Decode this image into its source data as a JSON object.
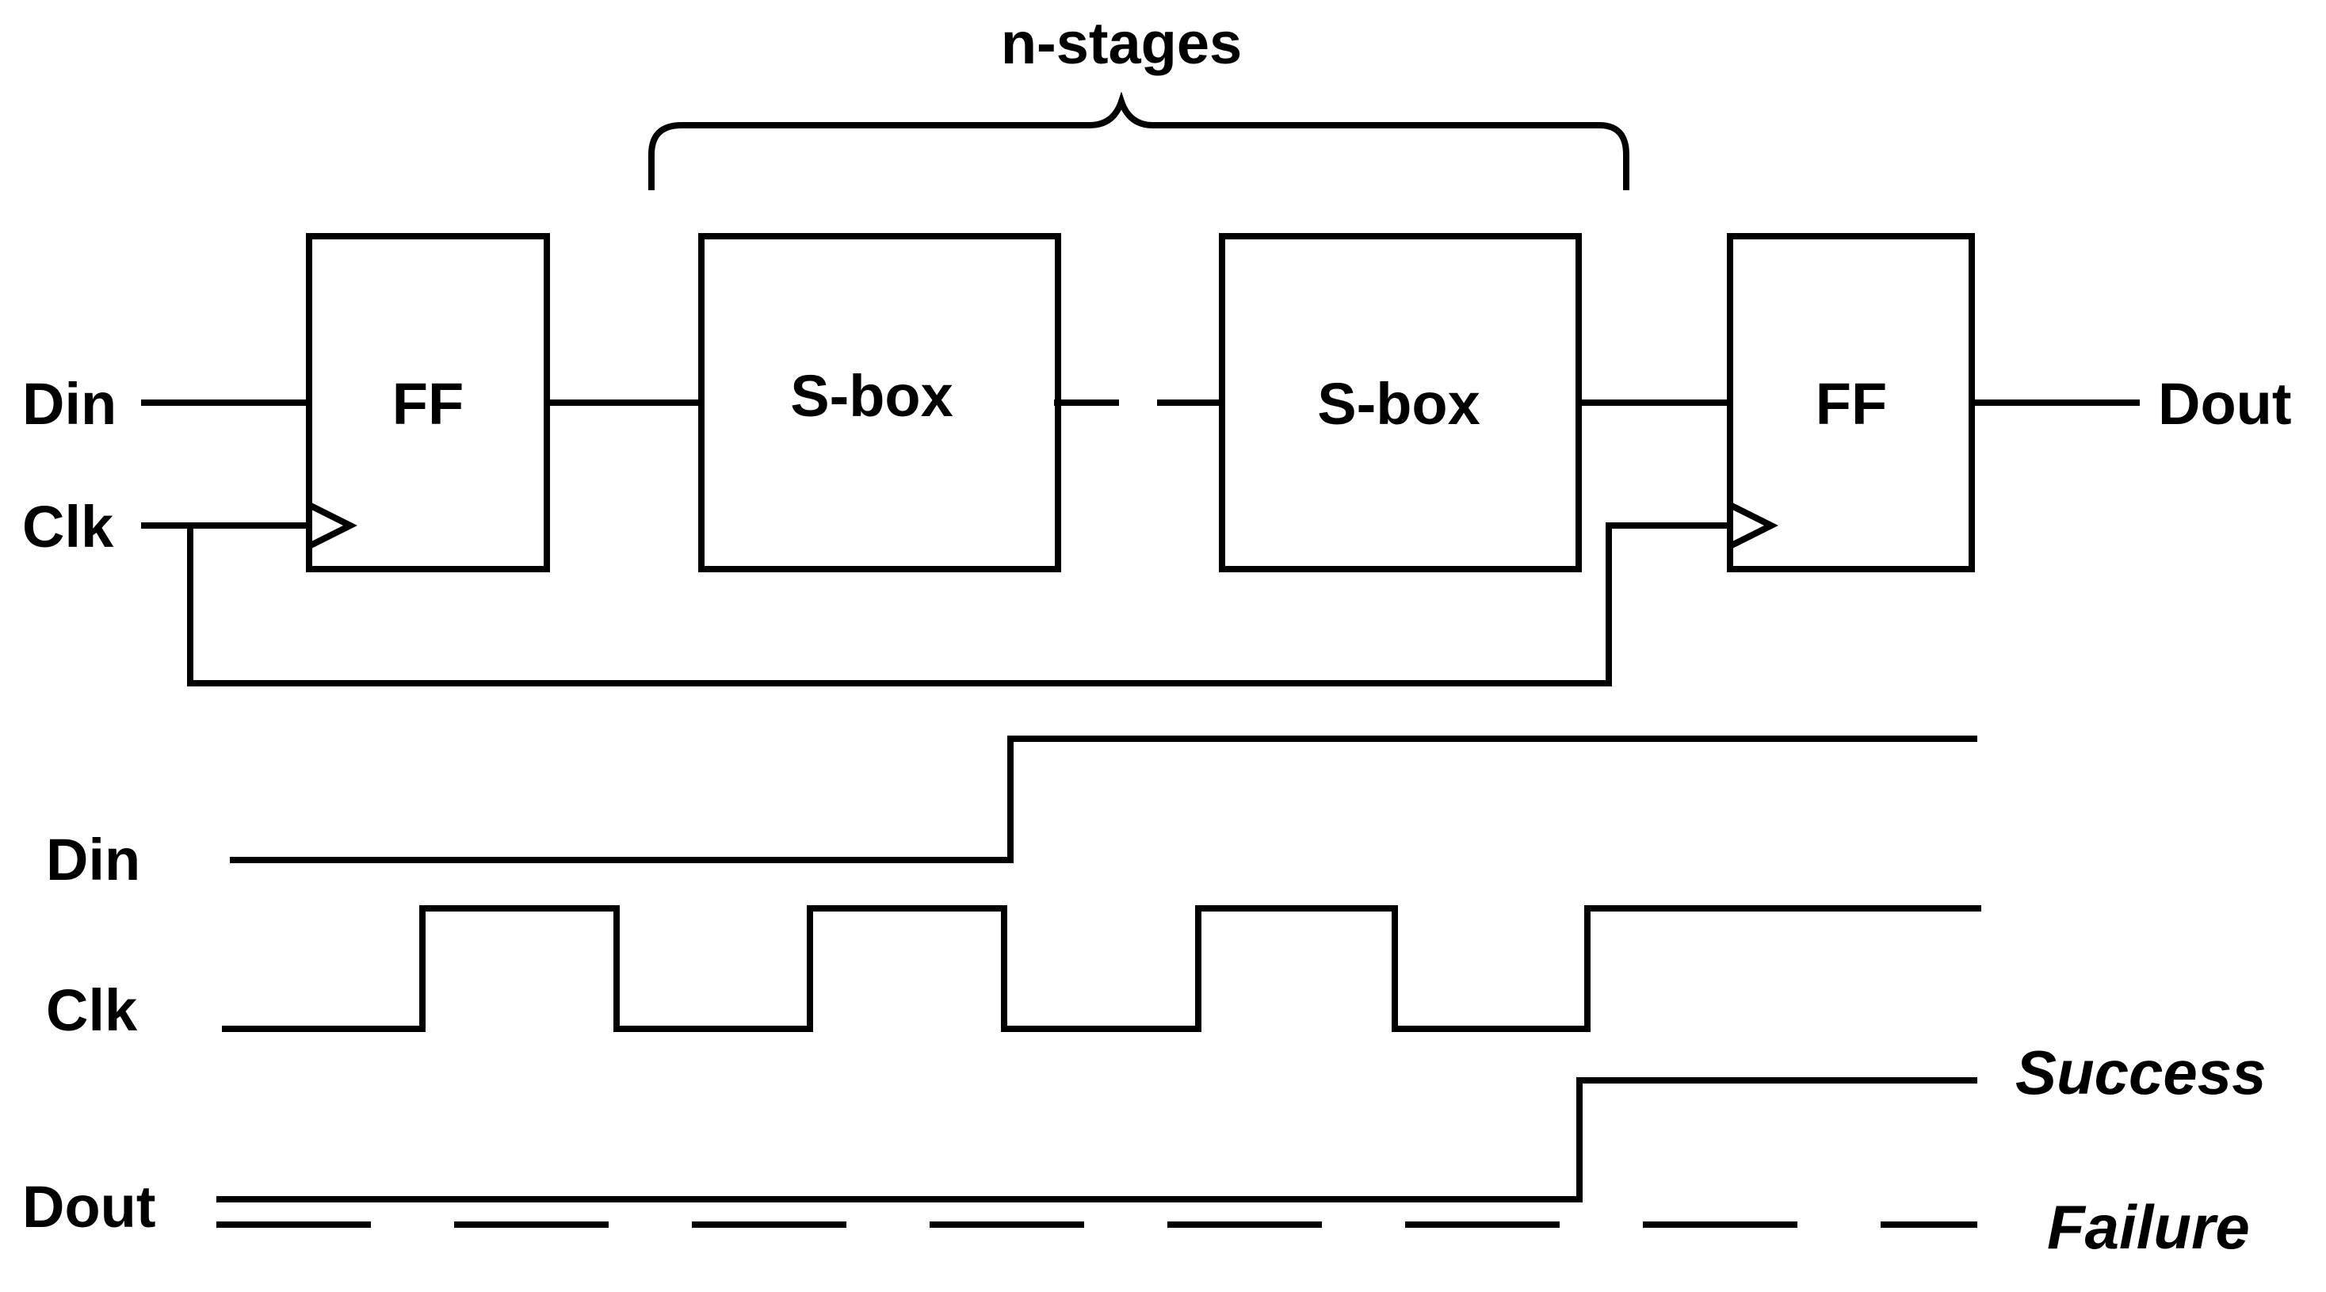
{
  "title": "n-stages",
  "circuit": {
    "input_data_label": "Din",
    "input_clock_label": "Clk",
    "output_label": "Dout",
    "ff_in_label": "FF",
    "ff_out_label": "FF",
    "sbox_first_label": "S-box",
    "sbox_last_label": "S-box"
  },
  "timing": {
    "din_label": "Din",
    "clk_label": "Clk",
    "dout_label": "Dout",
    "success_label": "Success",
    "failure_label": "Failure"
  }
}
